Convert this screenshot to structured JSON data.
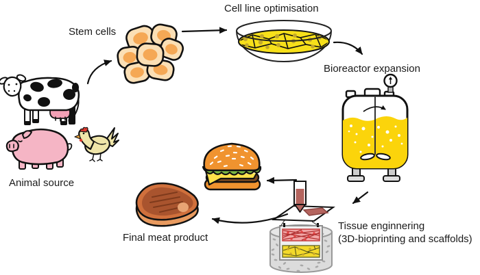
{
  "diagram": {
    "type": "process-flow",
    "steps": [
      {
        "id": "animal-source",
        "label": "Animal source",
        "icon": "cow-pig-chicken-icons"
      },
      {
        "id": "stem-cells",
        "label": "Stem cells",
        "icon": "stem-cell-cluster-icon"
      },
      {
        "id": "cell-line-optimisation",
        "label": "Cell line optimisation",
        "icon": "petri-dish-icon"
      },
      {
        "id": "bioreactor-expansion",
        "label": "Bioreactor expansion",
        "icon": "stirred-tank-bioreactor-icon"
      },
      {
        "id": "tissue-engineering",
        "label": "Tissue enginnering",
        "sublabel": "(3D-bioprinting and scaffolds)",
        "icon": "bioprinter-scaffold-icon"
      },
      {
        "id": "final-meat-product",
        "label": "Final meat product",
        "icon": "burger-steak-icon"
      }
    ],
    "connections": [
      {
        "from": "animal-source",
        "to": "stem-cells"
      },
      {
        "from": "stem-cells",
        "to": "cell-line-optimisation"
      },
      {
        "from": "cell-line-optimisation",
        "to": "bioreactor-expansion"
      },
      {
        "from": "bioreactor-expansion",
        "to": "tissue-engineering"
      },
      {
        "from": "tissue-engineering",
        "to": "final-meat-product-burger"
      },
      {
        "from": "tissue-engineering",
        "to": "final-meat-product-steak"
      }
    ],
    "colors": {
      "outline": "#111111",
      "stem_cell_fill": "#fbdfb5",
      "stem_cell_nucleus": "#f5a855",
      "culture_yellow": "#f7e01a",
      "nucleus_olive": "#c2a82c",
      "bioreactor_liquid": "#fbd40b",
      "bun_orange": "#f0932f",
      "lettuce_green": "#7cb844",
      "cheese_yellow": "#ffe14a",
      "patty_brown": "#7b4a21",
      "steak_rim": "#d0703c",
      "steak_top": "#a9542e",
      "steak_side": "#e89a5f",
      "pig_pink": "#f5b5c5",
      "udder_pink": "#f2a0b5",
      "chicken_cream": "#efe5a9",
      "comb_red": "#e03a2f",
      "bioink_maroon": "#b5655f",
      "scaffold_gray": "#dcdcdc",
      "muscle_red": "#f2a6a6"
    }
  }
}
